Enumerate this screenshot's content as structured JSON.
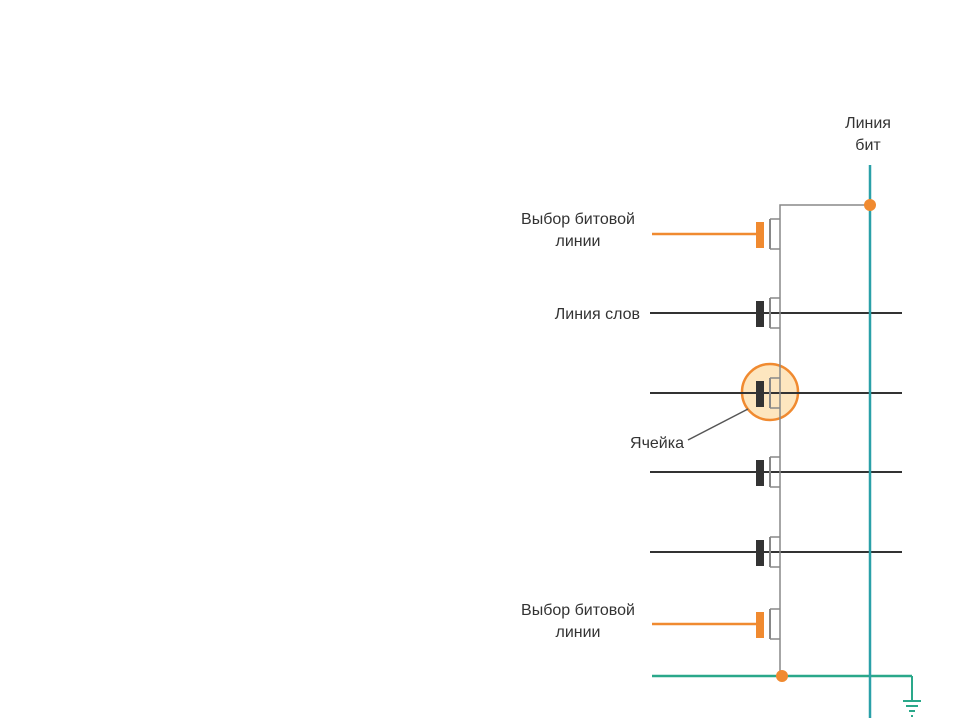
{
  "labels": {
    "bit_line_line1": "Линия",
    "bit_line_line2": "бит",
    "select_top_line1": "Выбор битовой",
    "select_top_line2": "линии",
    "word_line": "Линия слов",
    "cell": "Ячейка",
    "select_bottom_line1": "Выбор битовой",
    "select_bottom_line2": "линии"
  },
  "colors": {
    "bit_line": "#2aa0a8",
    "ground_line": "#2aa88a",
    "select_line": "#f08a30",
    "word_line": "#333333",
    "gate": "#333333",
    "node": "#f08a30",
    "cell_highlight_fill": "#fde6bf",
    "cell_highlight_stroke": "#f08a30",
    "chain_wire": "#888888",
    "ground_symbol": "#2aa88a"
  },
  "icons": {
    "ground": "ground-symbol-icon"
  }
}
